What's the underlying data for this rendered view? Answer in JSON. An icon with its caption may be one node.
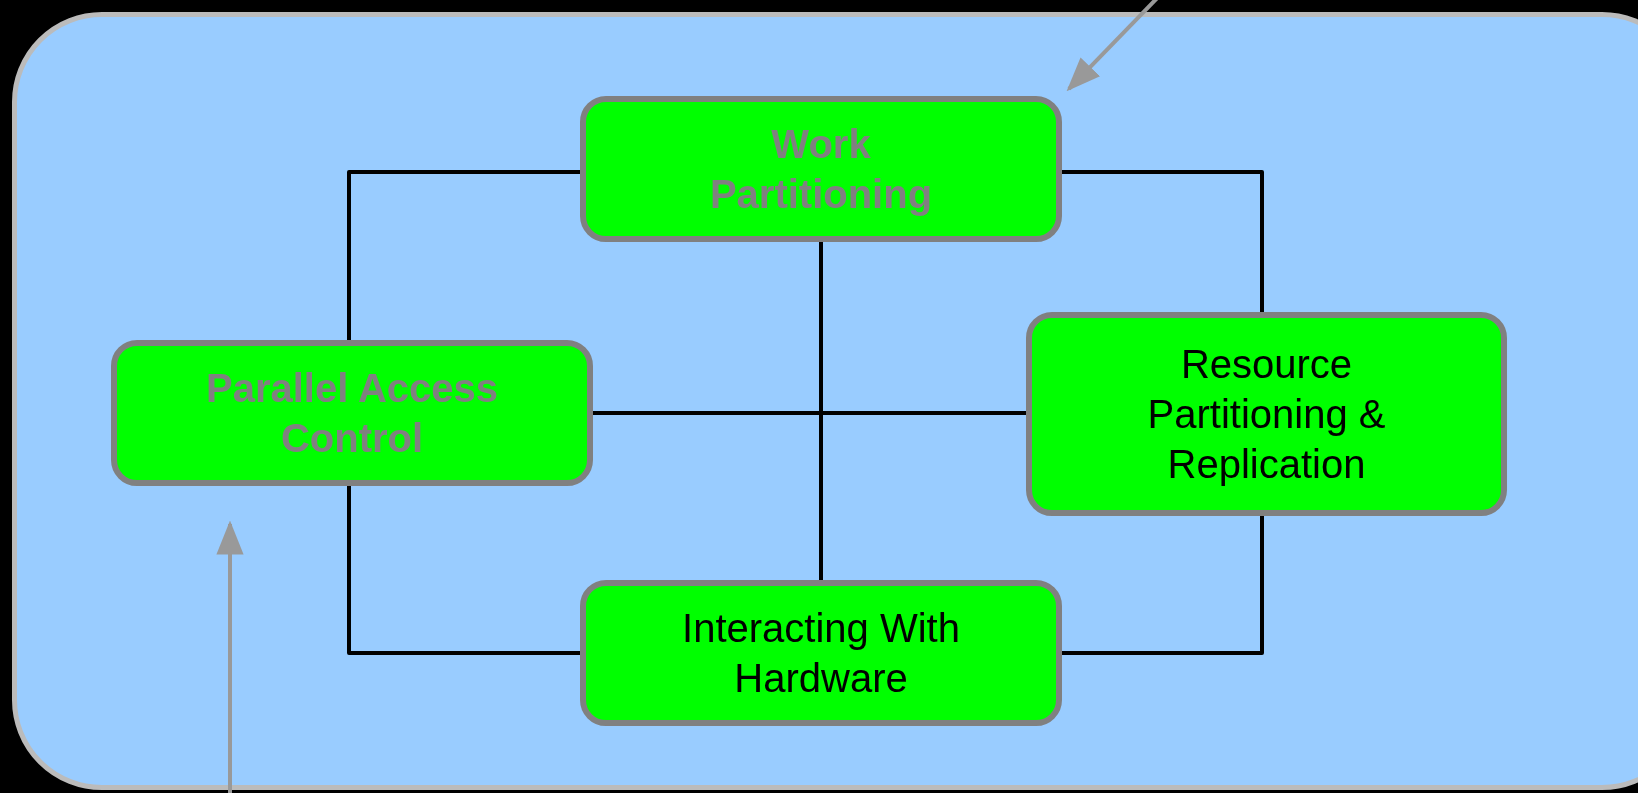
{
  "diagram": {
    "nodes": [
      {
        "text": [
          "Work Partitioning"
        ]
      },
      {
        "text": [
          "Parallel Access Control"
        ]
      },
      {
        "text": [
          "Resource Partitioning & Replication"
        ]
      },
      {
        "text": [
          "Interacting With Hardware"
        ]
      }
    ],
    "edges": [
      {
        "from": 0,
        "to": 1,
        "arrow": "none"
      },
      {
        "from": 0,
        "to": 2,
        "arrow": "none"
      },
      {
        "from": 0,
        "to": 3,
        "arrow": "none"
      },
      {
        "from": 1,
        "to": 2,
        "arrow": "none"
      },
      {
        "from": 1,
        "to": 3,
        "arrow": "none"
      },
      {
        "from": 2,
        "to": 3,
        "arrow": "none"
      },
      {
        "from": null,
        "to": 0,
        "arrow": "to",
        "color": "#999999"
      },
      {
        "from": null,
        "to": 1,
        "arrow": "to",
        "color": "#999999"
      }
    ]
  }
}
